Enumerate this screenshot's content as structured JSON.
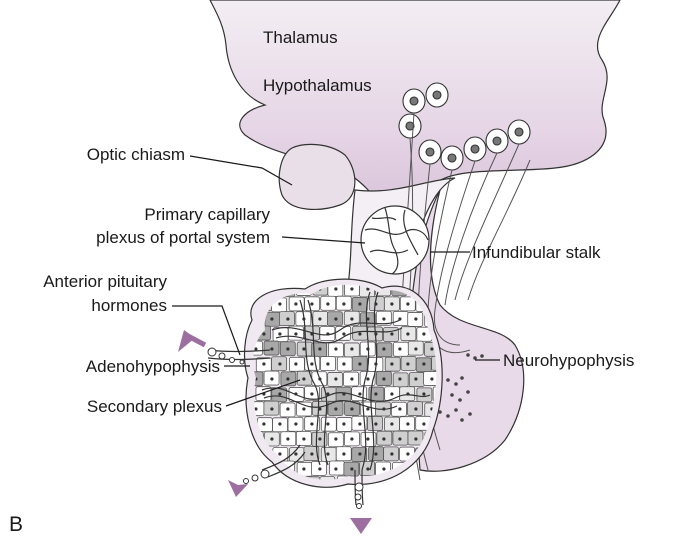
{
  "figure_letter": "B",
  "colors": {
    "tissue_light": "#efe7ef",
    "tissue_mid": "#e2d2e2",
    "hypothalamus_shade": "#d9c3d9",
    "arrow": "#9c6fa0",
    "cell_dark": "#a8a8a8",
    "cell_mid": "#cfcfcf",
    "outline": "#333333"
  },
  "labels": {
    "thalamus": "Thalamus",
    "hypothalamus": "Hypothalamus",
    "optic_chiasm": "Optic chiasm",
    "primary_capillary_1": "Primary capillary",
    "primary_capillary_2": "plexus of portal system",
    "infundibular_stalk": "Infundibular stalk",
    "anterior_pituitary_1": "Anterior pituitary",
    "anterior_pituitary_2": "hormones",
    "neurohypophysis": "Neurohypophysis",
    "adenohypophysis": "Adenohypophysis",
    "secondary_plexus": "Secondary plexus"
  }
}
